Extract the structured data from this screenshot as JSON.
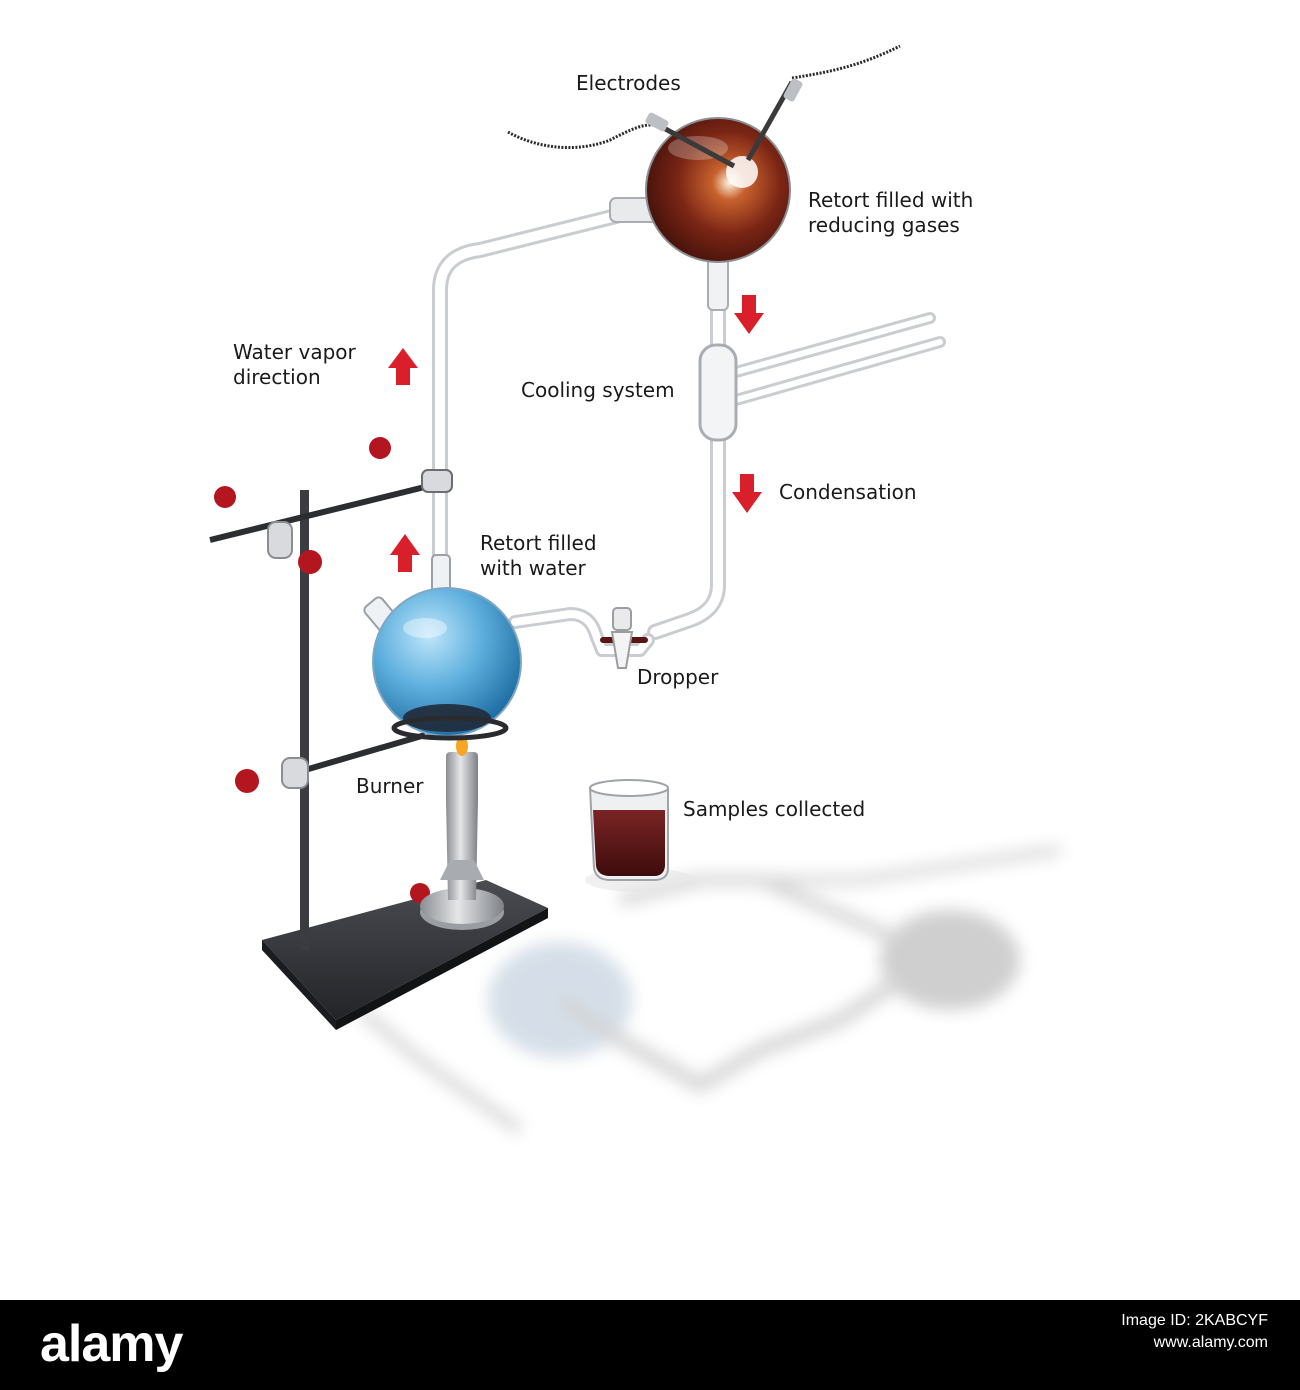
{
  "diagram": {
    "labels": {
      "electrodes": "Electrodes",
      "retort_gases": [
        "Retort filled with",
        "reducing gases"
      ],
      "water_vapor": [
        "Water vapor",
        "direction"
      ],
      "cooling": "Cooling system",
      "condensation": "Condensation",
      "retort_water": [
        "Retort filled",
        "with water"
      ],
      "dropper": "Dropper",
      "burner": "Burner",
      "samples": "Samples collected"
    },
    "colors": {
      "arrow": "#d9202a",
      "water": "#4a9ed4",
      "gas_retort": "#6e1f14",
      "sample_liquid": "#5a1414",
      "stand_base": "#2e2f33",
      "knob": "#b3161e"
    }
  },
  "footer": {
    "brand": "alamy",
    "image_id": "Image ID: 2KABCYF",
    "site": "www.alamy.com"
  }
}
